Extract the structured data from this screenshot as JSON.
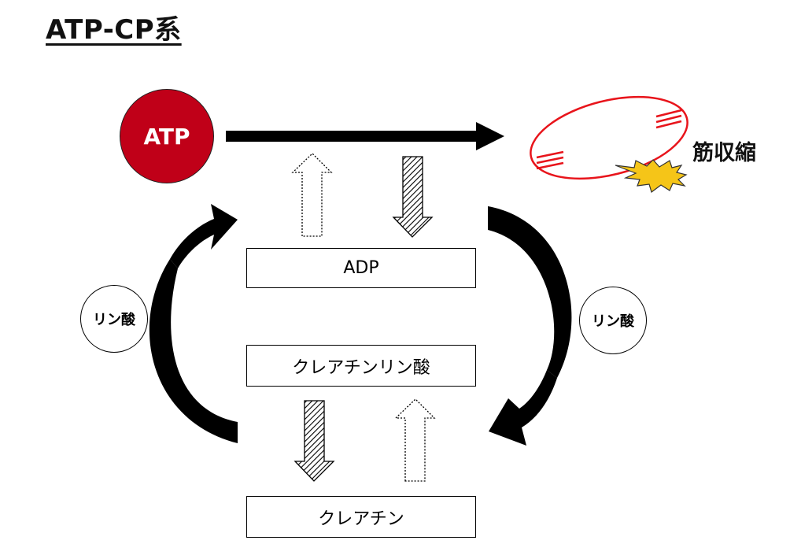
{
  "title": "ATP-CP系",
  "atp_label": "ATP",
  "muscle_contraction_label": "筋収縮",
  "boxes": {
    "adp": "ADP",
    "creatine_phosphate": "クレアチンリン酸",
    "creatine": "クレアチン"
  },
  "phosphate_left": "リン酸",
  "phosphate_right": "リン酸",
  "colors": {
    "atp_fill": "#c00018",
    "muscle_outline": "#e8141b",
    "spark_fill": "#f5c518"
  }
}
